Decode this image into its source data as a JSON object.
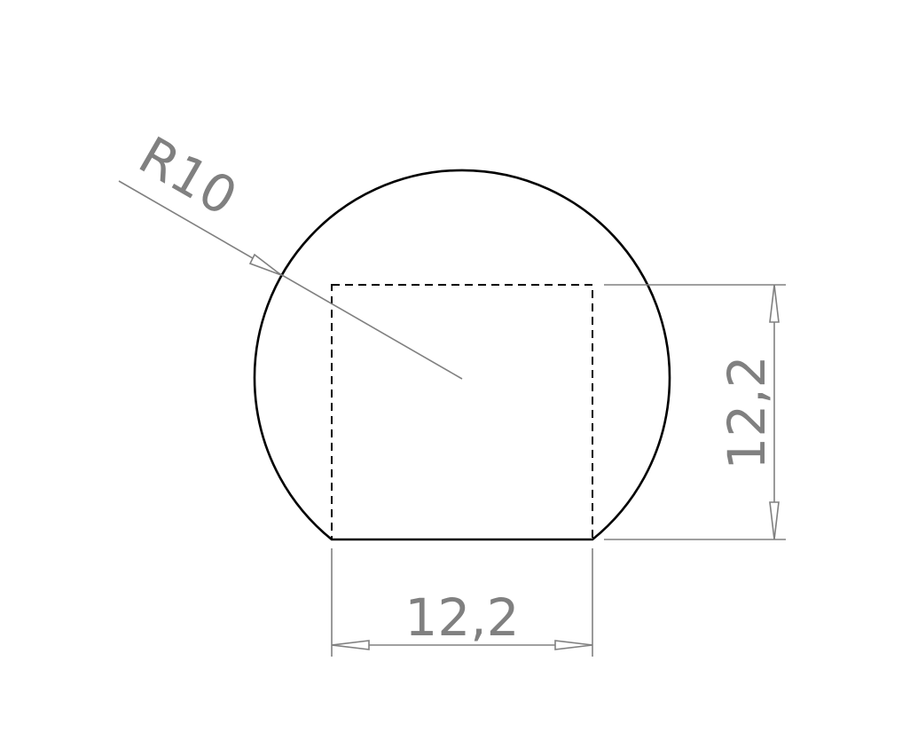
{
  "drawing": {
    "radius_label": "R10",
    "width_label": "12,2",
    "height_label": "12,2"
  }
}
